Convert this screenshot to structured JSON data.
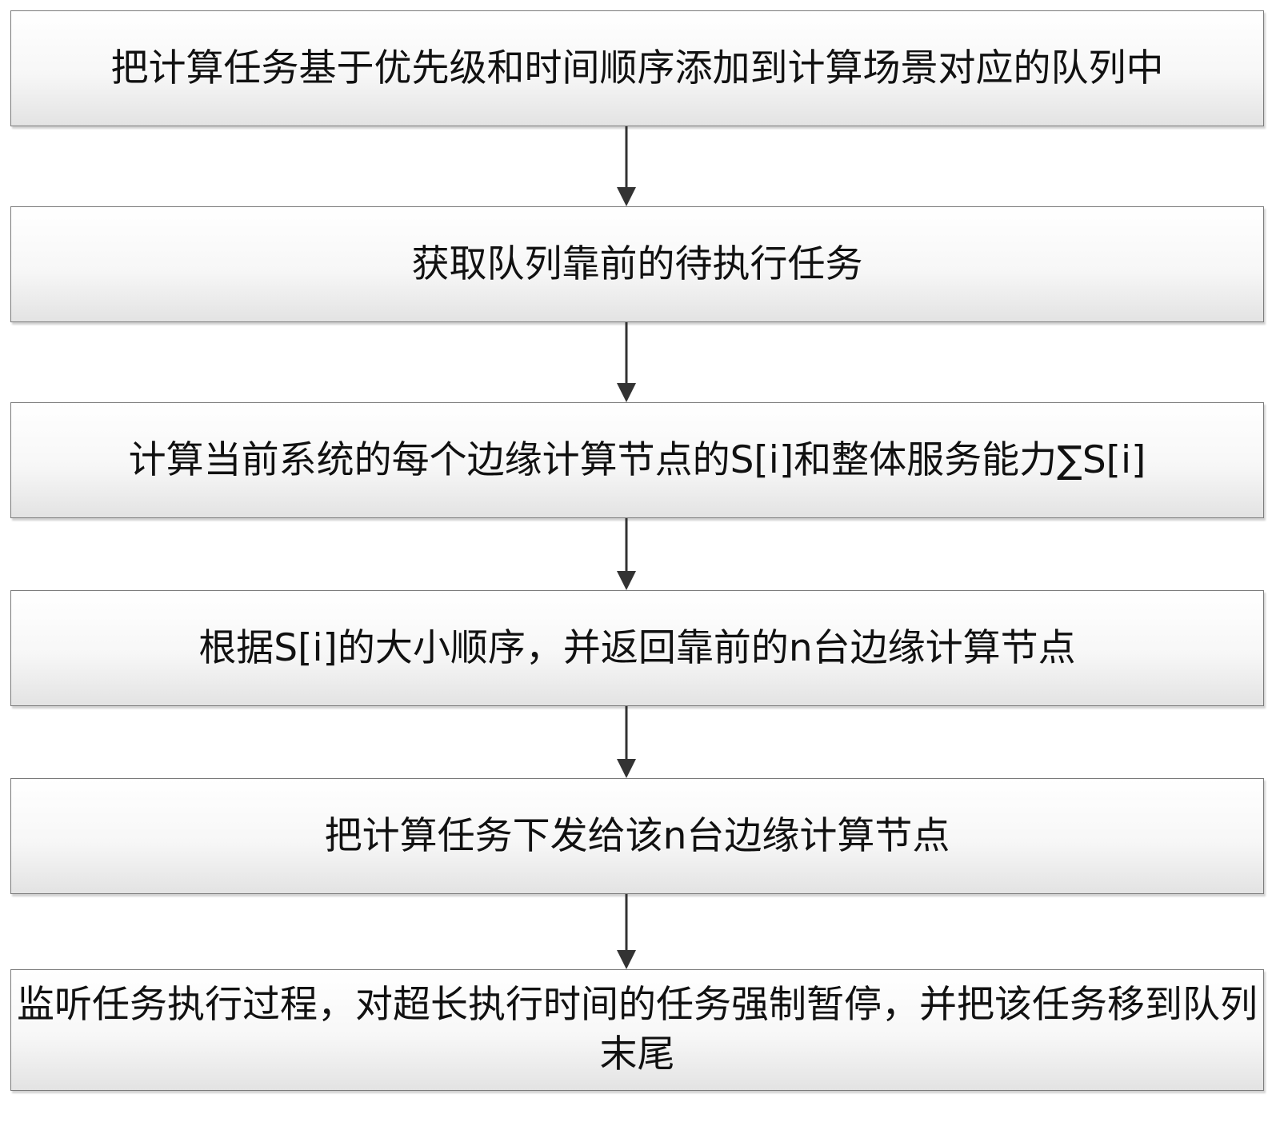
{
  "flowchart": {
    "steps": [
      {
        "id": "step-1",
        "text": "把计算任务基于优先级和时间顺序添加到计算场景对应的队列中"
      },
      {
        "id": "step-2",
        "text": "获取队列靠前的待执行任务"
      },
      {
        "id": "step-3",
        "text": "计算当前系统的每个边缘计算节点的S[i]和整体服务能力∑S[i]"
      },
      {
        "id": "step-4",
        "text": "根据S[i]的大小顺序，并返回靠前的n台边缘计算节点"
      },
      {
        "id": "step-5",
        "text": "把计算任务下发给该n台边缘计算节点"
      },
      {
        "id": "step-6",
        "text": "监听任务执行过程，对超长执行时间的任务强制暂停，并把该任务移到队列末尾"
      }
    ],
    "colors": {
      "box_border": "#7a7a7a",
      "box_fill_top": "#ffffff",
      "box_fill_bottom": "#e3e3e3",
      "arrow": "#333333",
      "text": "#111111"
    }
  }
}
